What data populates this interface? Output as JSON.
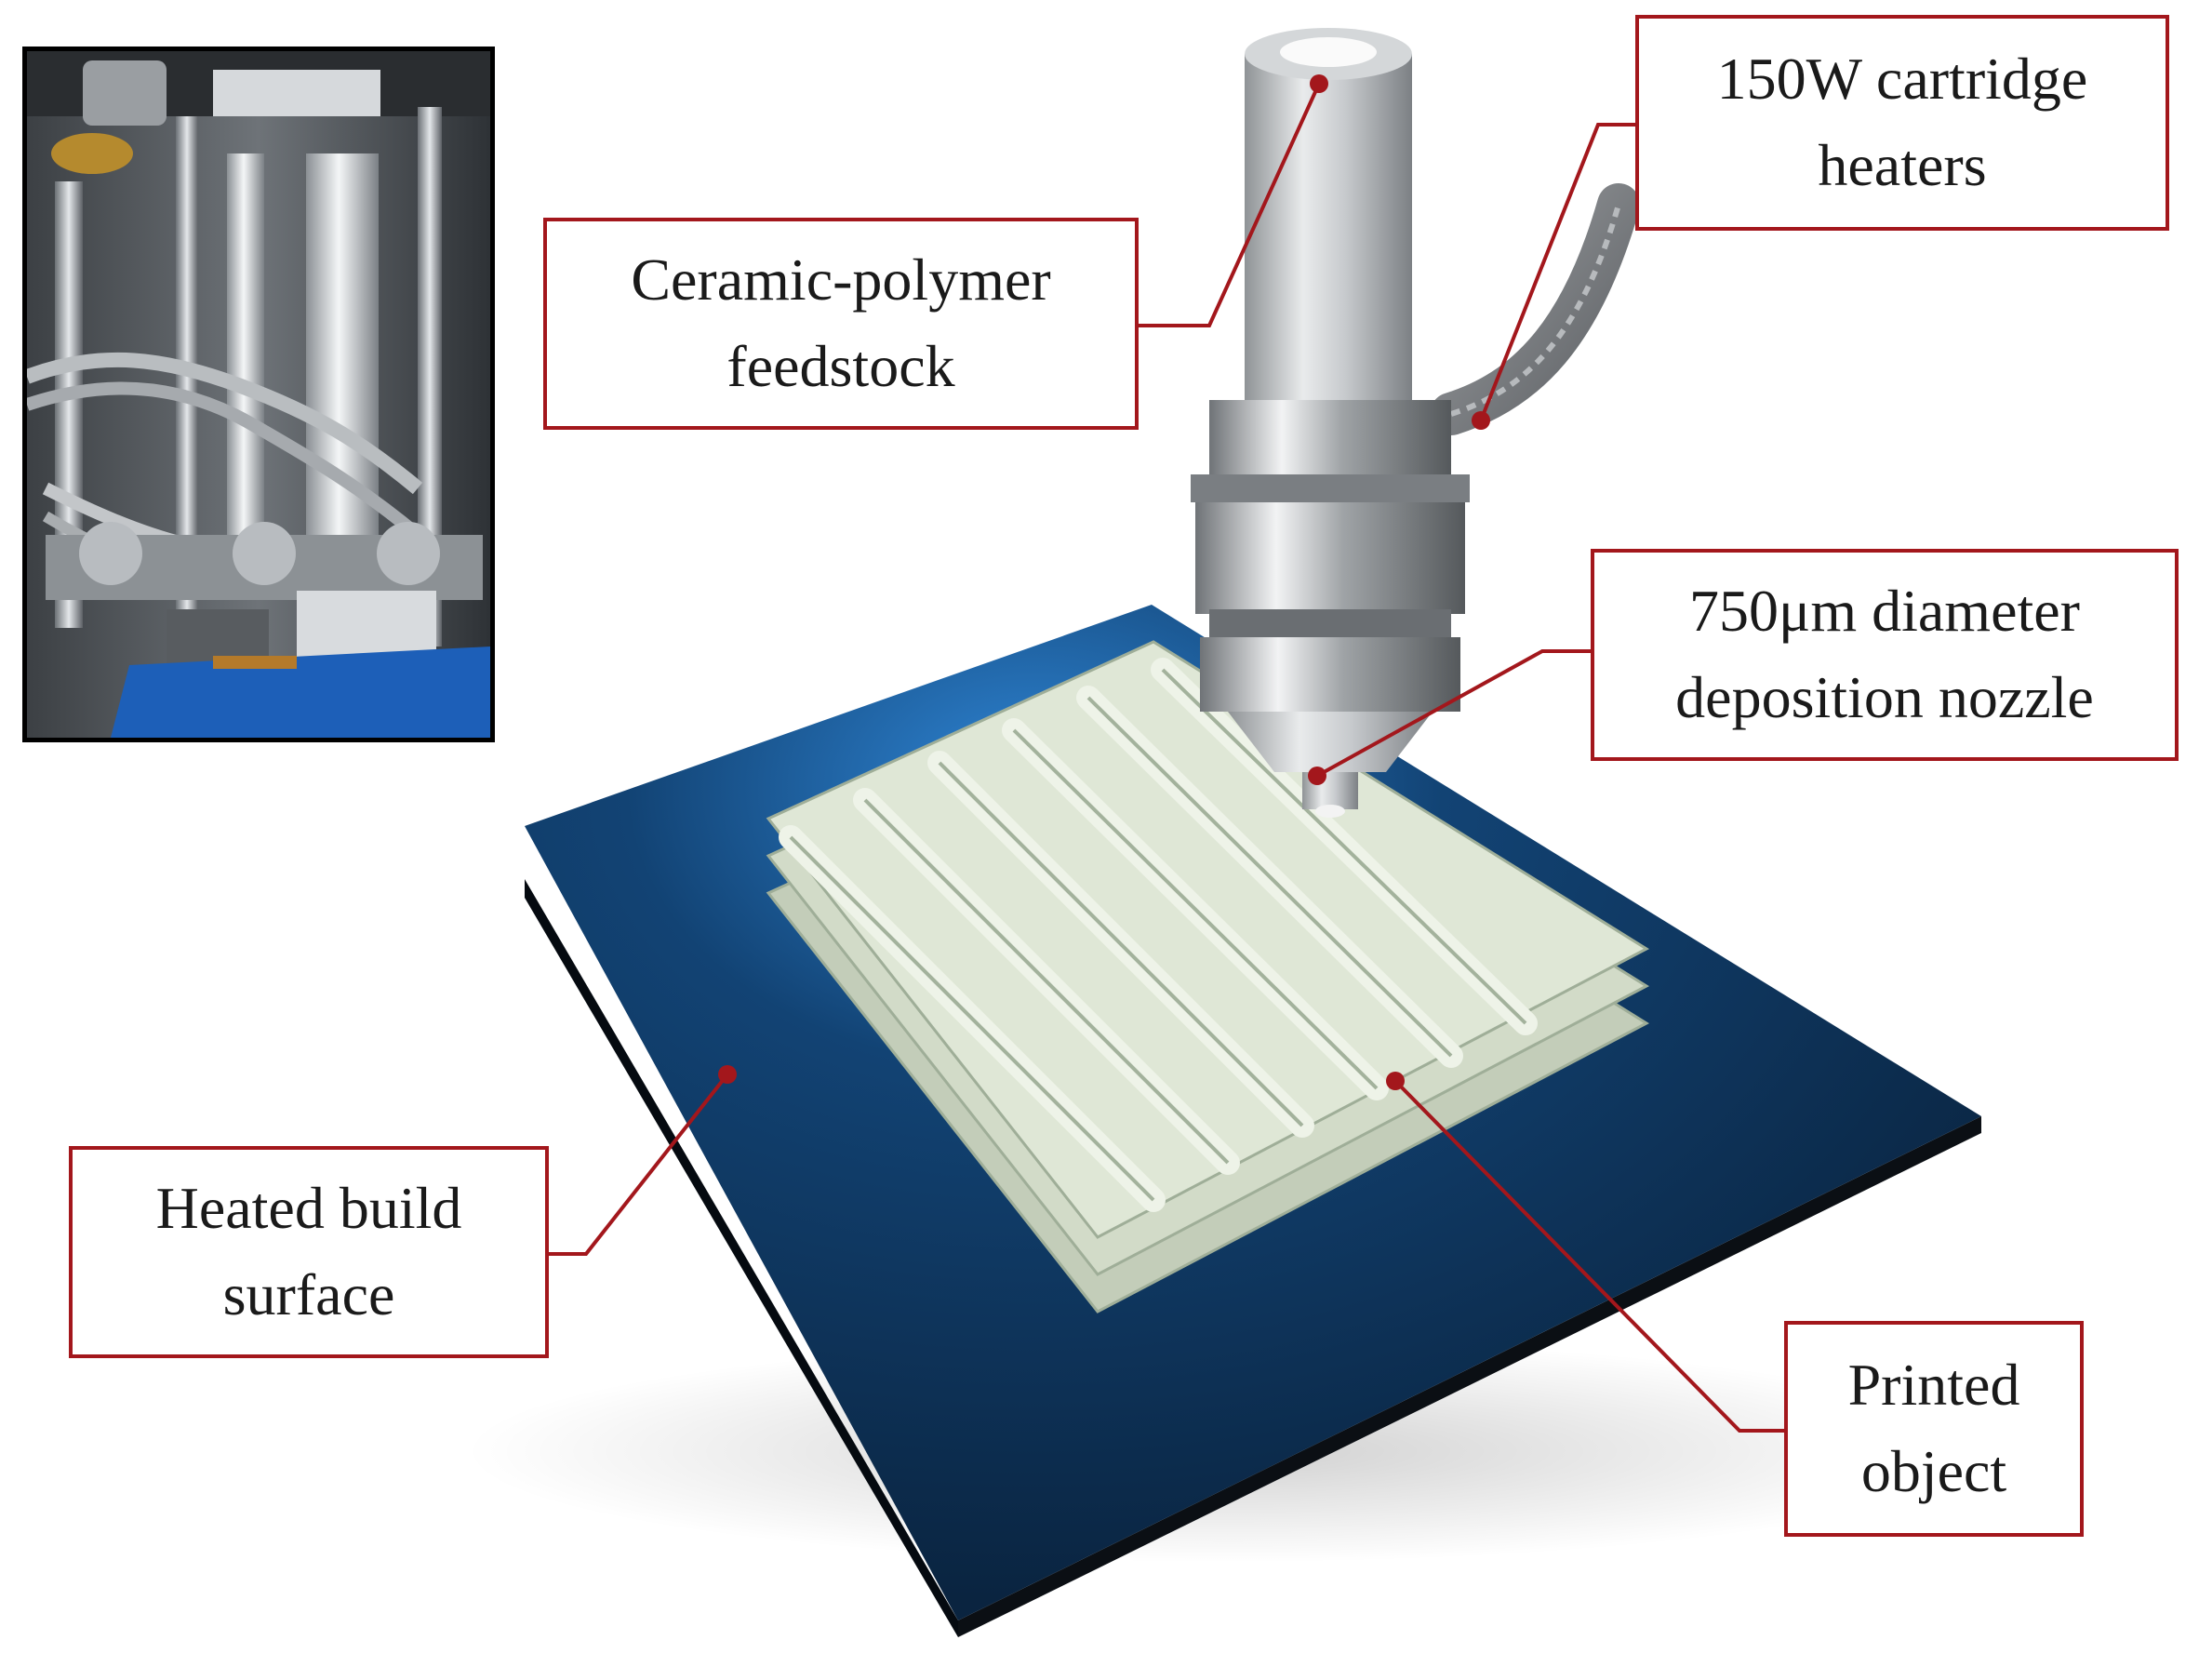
{
  "figure": {
    "labels": {
      "feedstock": {
        "line1": "Ceramic-polymer",
        "line2": "feedstock"
      },
      "heaters": {
        "line1": "150W cartridge",
        "line2": "heaters"
      },
      "nozzle": {
        "line1": "750μm diameter",
        "line2": "deposition nozzle"
      },
      "surface": {
        "line1": "Heated build",
        "line2": "surface"
      },
      "printed": {
        "line1": "Printed",
        "line2": "object"
      }
    },
    "inset_photo": {
      "icon": "printer-photo-icon"
    },
    "colors": {
      "label_border": "#a3171c",
      "leader_line": "#a3171c",
      "build_plate": "#0f2e4f",
      "printed_object": "#dfe7d6",
      "nozzle_body": "#c9cccf"
    }
  }
}
